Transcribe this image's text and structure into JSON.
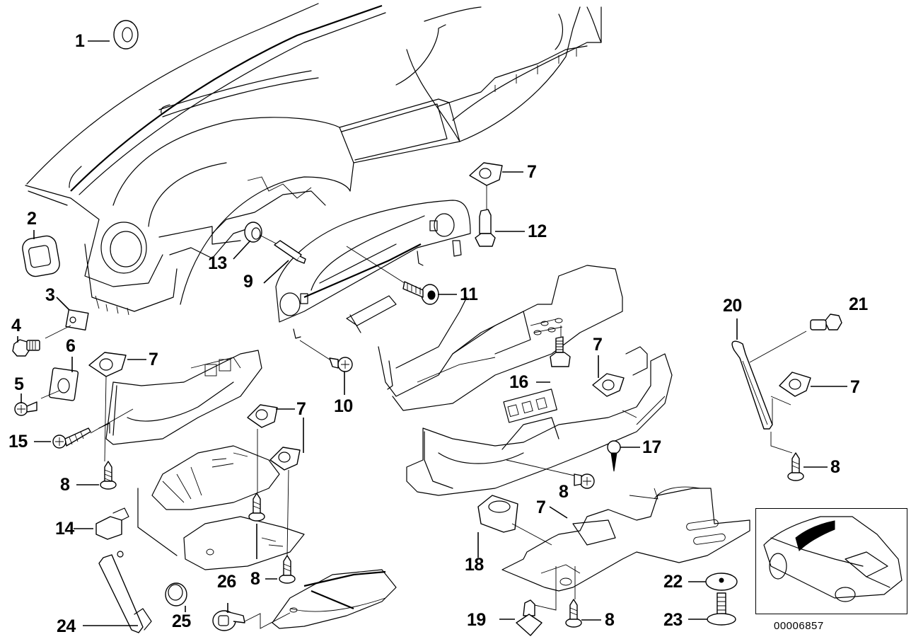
{
  "diagram": {
    "type": "exploded-parts-diagram",
    "subject": "Dashboard / instrument panel trim and fasteners",
    "reference_number": "00006857",
    "inset": {
      "description": "Car outline with highlighted dashboard location"
    },
    "callouts": [
      {
        "id": "c1",
        "label": "1",
        "part": "grommet"
      },
      {
        "id": "c2",
        "label": "2",
        "part": "square grommet"
      },
      {
        "id": "c3",
        "label": "3",
        "part": "clip nut"
      },
      {
        "id": "c4",
        "label": "4",
        "part": "hex bolt"
      },
      {
        "id": "c5",
        "label": "5",
        "part": "screw"
      },
      {
        "id": "c6",
        "label": "6",
        "part": "clip nut"
      },
      {
        "id": "c7a",
        "label": "7",
        "part": "speed nut"
      },
      {
        "id": "c7b",
        "label": "7",
        "part": "speed nut"
      },
      {
        "id": "c7c",
        "label": "7",
        "part": "speed nut"
      },
      {
        "id": "c7d",
        "label": "7",
        "part": "speed nut"
      },
      {
        "id": "c7e",
        "label": "7",
        "part": "speed nut"
      },
      {
        "id": "c7f",
        "label": "7",
        "part": "speed nut"
      },
      {
        "id": "c7g",
        "label": "7",
        "part": "speed nut"
      },
      {
        "id": "c8a",
        "label": "8",
        "part": "tapping screw"
      },
      {
        "id": "c8b",
        "label": "8",
        "part": "tapping screw"
      },
      {
        "id": "c8c",
        "label": "8",
        "part": "tapping screw"
      },
      {
        "id": "c8d",
        "label": "8",
        "part": "tapping screw"
      },
      {
        "id": "c8e",
        "label": "8",
        "part": "tapping screw"
      },
      {
        "id": "c9",
        "label": "9",
        "part": "pin"
      },
      {
        "id": "c10",
        "label": "10",
        "part": "screw"
      },
      {
        "id": "c11",
        "label": "11",
        "part": "screw"
      },
      {
        "id": "c12",
        "label": "12",
        "part": "expanding rivet"
      },
      {
        "id": "c13",
        "label": "13",
        "part": "bush"
      },
      {
        "id": "c14",
        "label": "14",
        "part": "clip"
      },
      {
        "id": "c15",
        "label": "15",
        "part": "screw"
      },
      {
        "id": "c16",
        "label": "16",
        "part": "hex bolt"
      },
      {
        "id": "c17",
        "label": "17",
        "part": "screw"
      },
      {
        "id": "c18",
        "label": "18",
        "part": "cover"
      },
      {
        "id": "c19",
        "label": "19",
        "part": "expanding rivet"
      },
      {
        "id": "c20",
        "label": "20",
        "part": "bracket"
      },
      {
        "id": "c21",
        "label": "21",
        "part": "hex bolt"
      },
      {
        "id": "c22",
        "label": "22",
        "part": "washer"
      },
      {
        "id": "c23",
        "label": "23",
        "part": "screw"
      },
      {
        "id": "c24",
        "label": "24",
        "part": "handle"
      },
      {
        "id": "c25",
        "label": "25",
        "part": "cap"
      },
      {
        "id": "c26",
        "label": "26",
        "part": "clip"
      }
    ]
  }
}
